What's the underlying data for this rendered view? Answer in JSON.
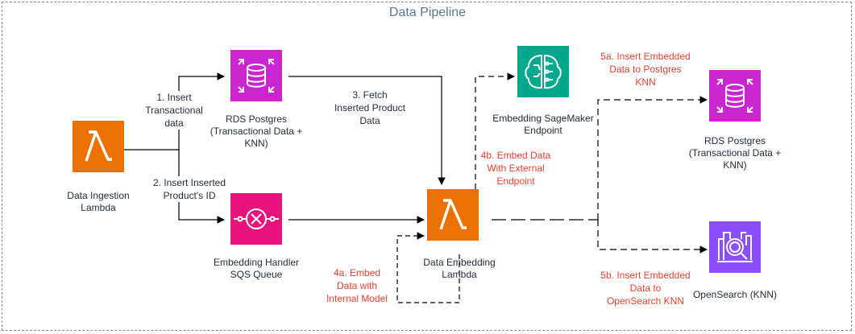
{
  "diagram": {
    "title": "Data Pipeline"
  },
  "colors": {
    "lambda": "#ed7100",
    "database": "#c925d1",
    "queue": "#e7157b",
    "ml": "#01a88d",
    "analytics": "#8c4fff",
    "text": "#232f3e",
    "annotation": "#e8412f"
  },
  "nodes": {
    "ingestion_lambda": {
      "label": "Data Ingestion\nLambda",
      "icon": "lambda-icon"
    },
    "rds_postgres_1": {
      "label": "RDS Postgres\n(Transactional Data +\nKNN)",
      "icon": "rds-database-icon"
    },
    "sqs_queue": {
      "label": "Embedding Handler\nSQS Queue",
      "icon": "sqs-queue-icon"
    },
    "embedding_lambda": {
      "label": "Data Embedding\nLambda",
      "icon": "lambda-icon"
    },
    "sagemaker_endpoint": {
      "label": "Embedding SageMaker\nEndpoint",
      "icon": "sagemaker-brain-icon"
    },
    "rds_postgres_2": {
      "label": "RDS Postgres\n(Transactional Data +\nKNN)",
      "icon": "rds-database-icon"
    },
    "opensearch": {
      "label": "OpenSearch (KNN)",
      "icon": "opensearch-icon"
    }
  },
  "edges": {
    "e1": {
      "label": "1. Insert\nTransactional\ndata"
    },
    "e2": {
      "label": "2. Insert Inserted\nProduct's ID"
    },
    "e3": {
      "label": "3. Fetch\nInserted Product\nData"
    },
    "e4a": {
      "label": "4a. Embed\nData with\nInternal Model"
    },
    "e4b": {
      "label": "4b. Embed Data\nWith External\nEndpoint"
    },
    "e5a": {
      "label": "5a. Insert Embedded\nData to Postgres\nKNN"
    },
    "e5b": {
      "label": "5b. Insert Embedded\nData to\nOpenSearch KNN"
    }
  }
}
